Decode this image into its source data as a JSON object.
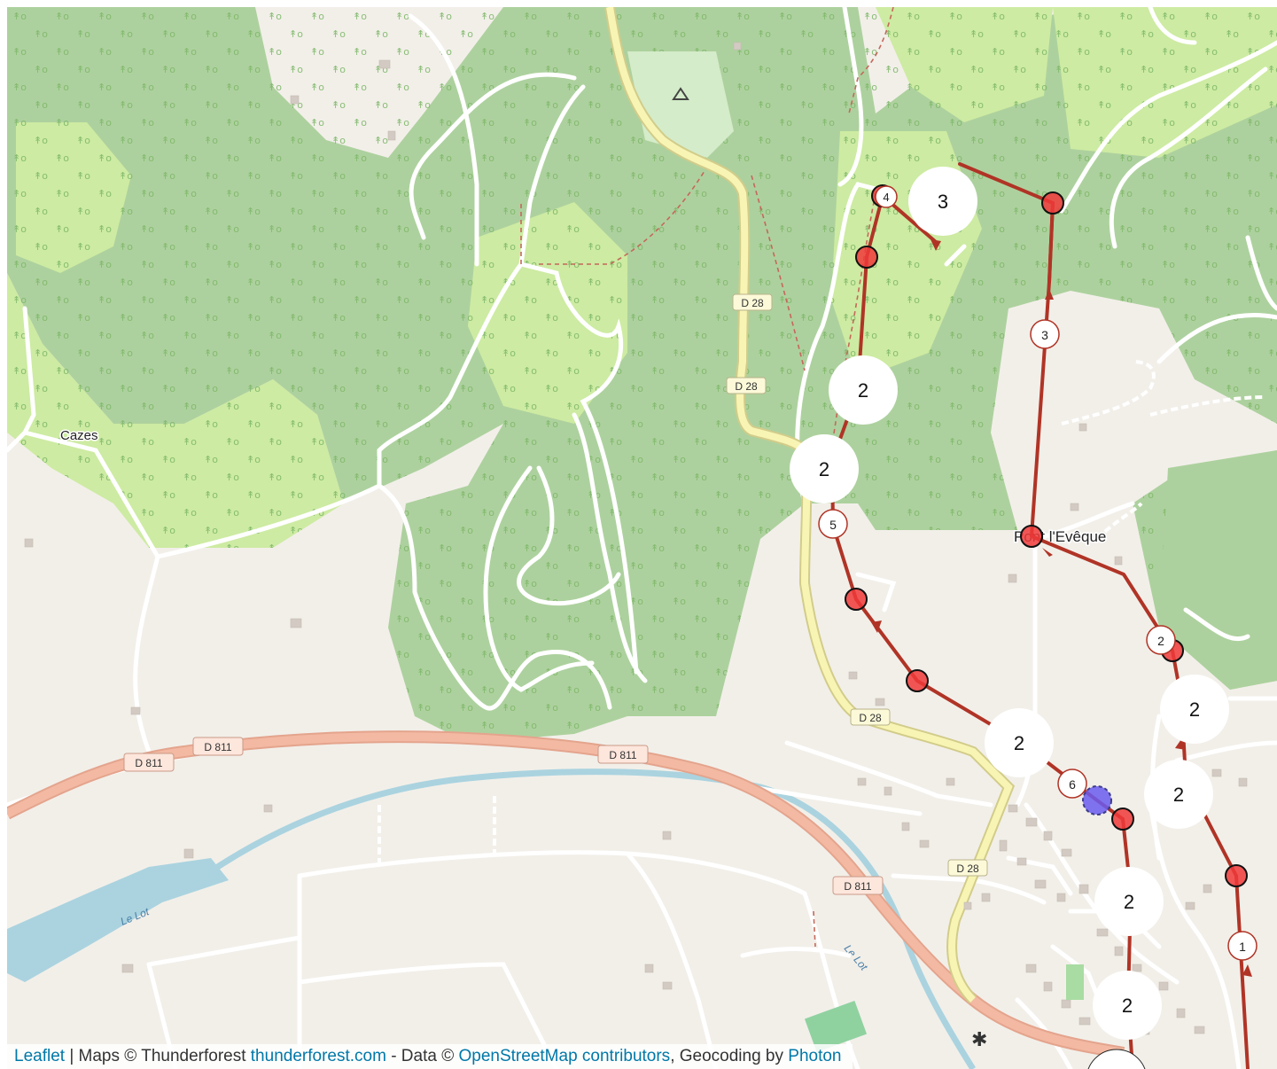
{
  "map": {
    "places": {
      "cazes": "Cazes",
      "pont": "Pont l'Evêque"
    },
    "roads": {
      "d28": "D 28",
      "d811": "D 811",
      "river": "Le Lot"
    },
    "clusters": [
      "3",
      "2",
      "2",
      "2",
      "2",
      "2",
      "2",
      "2"
    ],
    "route_labels": [
      "4",
      "3",
      "5",
      "2",
      "6",
      "1"
    ],
    "colors": {
      "route": "#b03426",
      "marker": "#f03a3a",
      "forest": "#add19e",
      "forest_light": "#cdeba2",
      "land": "#f2efe9",
      "water": "#aad3df",
      "main_road": "#f3b9a2",
      "secondary_road": "#f8f5b4",
      "current": "#6b5cf0"
    },
    "icons": {
      "peak": "triangle-icon",
      "windmill": "asterisk-icon"
    }
  },
  "attribution": {
    "leaflet": "Leaflet",
    "sep1": " | Maps © Thunderforest ",
    "thunderforest": "thunderforest.com",
    "sep2": " - Data © ",
    "osm": "OpenStreetMap contributors",
    "sep3": ", Geocoding by ",
    "photon": "Photon"
  }
}
